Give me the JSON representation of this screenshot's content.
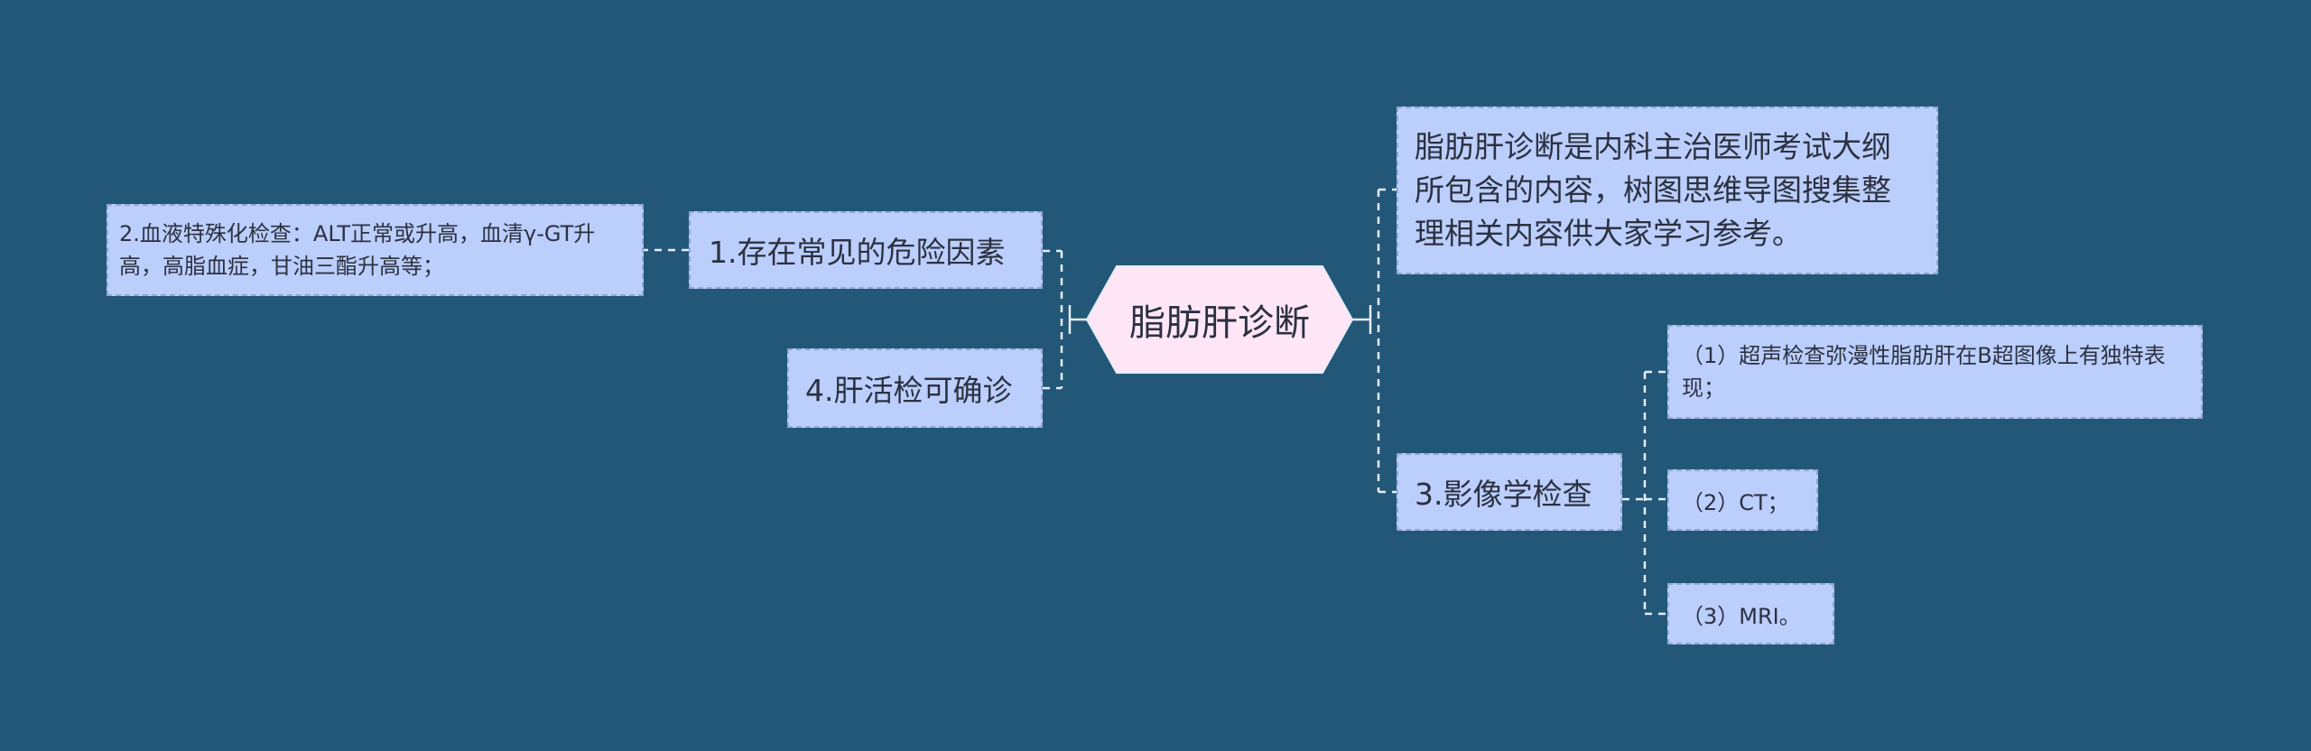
{
  "colors": {
    "background": "#235778",
    "node_fill": "#bccefc",
    "node_border": "#8fa6d8",
    "central_fill": "#ffe6f7",
    "connector": "#e6edf7",
    "text": "#2b3140"
  },
  "central": {
    "label": "脂肪肝诊断"
  },
  "left": {
    "risk": {
      "label": "1.存在常见的危险因素"
    },
    "blood": {
      "label": "2.血液特殊化检查：ALT正常或升高，血清γ-GT升高，高脂血症，甘油三酯升高等；"
    },
    "biopsy": {
      "label": "4.肝活检可确诊"
    }
  },
  "right": {
    "description": {
      "label": "脂肪肝诊断是内科主治医师考试大纲所包含的内容，树图思维导图搜集整理相关内容供大家学习参考。"
    },
    "imaging": {
      "label": "3.影像学检查",
      "children": [
        {
          "label": "（1）超声检查弥漫性脂肪肝在B超图像上有独特表现；"
        },
        {
          "label": "（2）CT；"
        },
        {
          "label": "（3）MRI。"
        }
      ]
    }
  }
}
